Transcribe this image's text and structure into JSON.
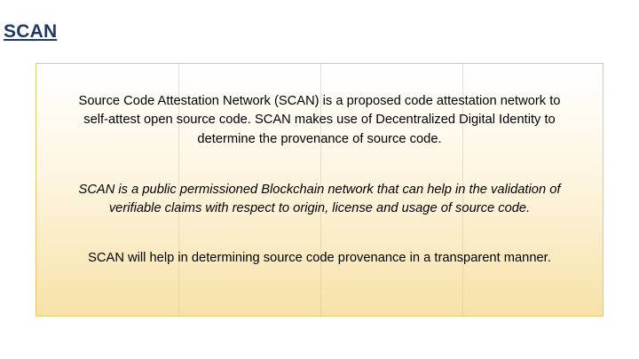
{
  "slide": {
    "title": "SCAN",
    "accent_color": "#1f3864",
    "box_border_color": "#e8c86a",
    "box_gradient_top": "#ffffff",
    "box_gradient_bottom": "#f7e2a8",
    "paragraphs": [
      "Source Code Attestation Network (SCAN) is a proposed code attestation network to self-attest open source code. SCAN makes use of Decentralized Digital Identity to determine the provenance of source code.",
      "SCAN is a public permissioned Blockchain network that can help in the validation of verifiable claims with respect to origin, license and usage of source code.",
      "SCAN will help in determining source code provenance in a transparent manner."
    ]
  }
}
